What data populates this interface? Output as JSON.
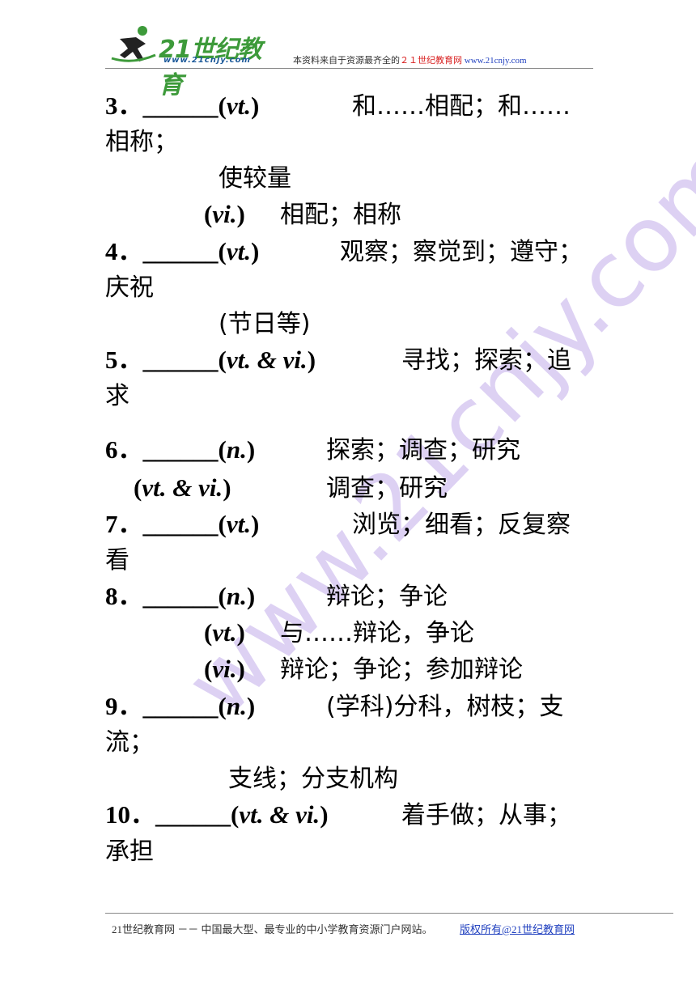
{
  "header": {
    "logo_text": "21世纪教育",
    "logo_url": "www.21cnjy.com",
    "note_prefix": "本资料来自于资源最齐全的",
    "note_site": "２１世纪教育网",
    "note_url": "www.21cnjy.com"
  },
  "watermark": "www.21cnjy.com",
  "entries": {
    "e3": {
      "num": "3．",
      "blank": "______",
      "pos": "vt.",
      "def": "和……相配；和……",
      "cont1": "相称；",
      "cont2": "使较量",
      "pos2": "vi.",
      "def2": "相配；相称"
    },
    "e4": {
      "num": "4．",
      "blank": "______",
      "pos": "vt.",
      "def": "观察；察觉到；遵守；",
      "cont1": "庆祝",
      "cont2": "(节日等)"
    },
    "e5": {
      "num": "5．",
      "blank": "______",
      "pos": "vt. & vi.",
      "def": "寻找；探索；追",
      "cont1": "求"
    },
    "e6": {
      "num": "6．",
      "blank": "______",
      "pos": "n.",
      "def": "探索；调查；研究",
      "pos2": "vt. & vi.",
      "def2": "调查；研究"
    },
    "e7": {
      "num": "7．",
      "blank": "______",
      "pos": "vt.",
      "def": "浏览；细看；反复察",
      "cont1": "看"
    },
    "e8": {
      "num": "8．",
      "blank": "______",
      "pos": "n.",
      "def": "辩论；争论",
      "pos2": "vt.",
      "def2": "与……辩论，争论",
      "pos3": "vi.",
      "def3": "辩论；争论；参加辩论"
    },
    "e9": {
      "num": "9．",
      "blank": "______",
      "pos": "n.",
      "def": "(学科)分科，树枝；支",
      "cont1": "流；",
      "cont2": "支线；分支机构"
    },
    "e10": {
      "num": "10．",
      "blank": "______",
      "pos": "vt. & vi.",
      "def": "着手做；从事；",
      "cont1": "承担"
    }
  },
  "footer": {
    "left": "21世纪教育网 －－ 中国最大型、最专业的中小学教育资源门户网站。",
    "right": "版权所有@21世纪教育网"
  }
}
